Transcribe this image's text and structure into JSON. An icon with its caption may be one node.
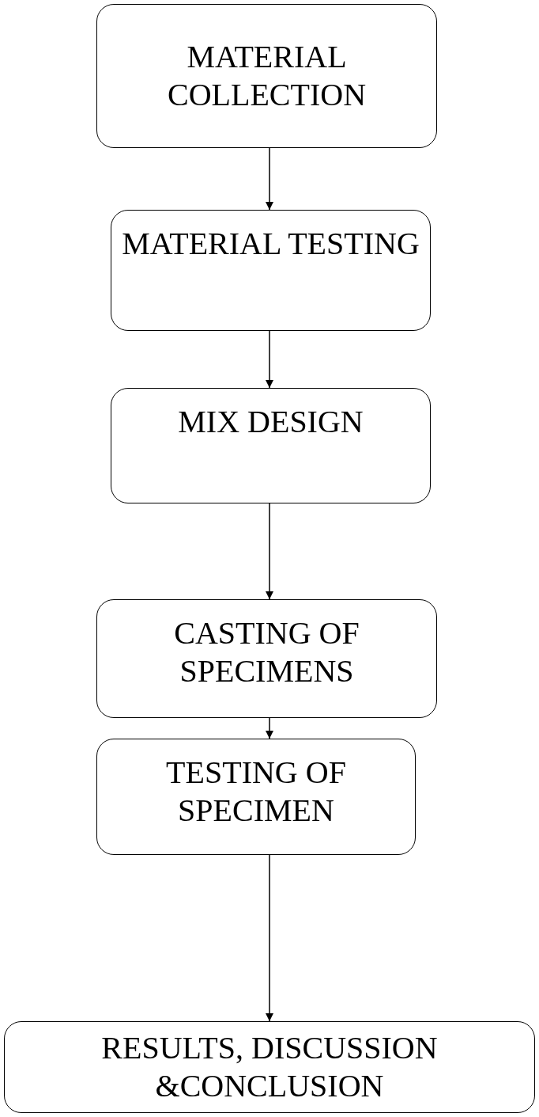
{
  "diagram": {
    "nodes": [
      {
        "text": [
          "MATERIAL COLLECTION"
        ]
      },
      {
        "text": [
          "MATERIAL TESTING"
        ]
      },
      {
        "text": [
          "MIX DESIGN"
        ]
      },
      {
        "text": [
          "CASTING OF SPECIMENS"
        ]
      },
      {
        "text": [
          "TESTING OF SPECIMEN"
        ]
      },
      {
        "text": [
          "RESULTS, DISCUSSION &CONCLUSION"
        ]
      }
    ],
    "edges": [
      {
        "from": 0,
        "to": 1,
        "arrow": "to"
      },
      {
        "from": 1,
        "to": 2,
        "arrow": "to"
      },
      {
        "from": 2,
        "to": 3,
        "arrow": "to"
      },
      {
        "from": 3,
        "to": 4,
        "arrow": "to"
      },
      {
        "from": 4,
        "to": 5,
        "arrow": "to"
      }
    ]
  }
}
